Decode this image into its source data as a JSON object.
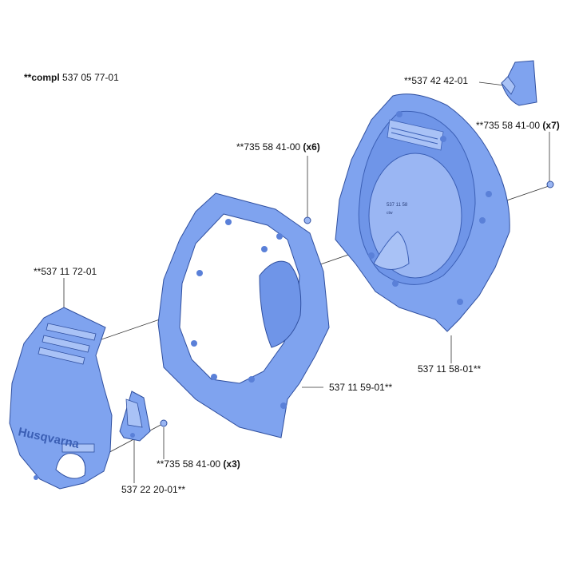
{
  "assembly_label": {
    "prefix": "**compl",
    "part": "537 05 77-01"
  },
  "parts": {
    "cap": {
      "text": "**537 42 42-01"
    },
    "screw_x7": {
      "text": "**735 58 41-00",
      "qty": "(x7)"
    },
    "screw_x6": {
      "text": "**735 58 41-00",
      "qty": "(x6)"
    },
    "front": {
      "text": "**537 11 72-01"
    },
    "rear": {
      "text": "537 11 58-01**"
    },
    "middle": {
      "text": "537 11 59-01**"
    },
    "screw_x3": {
      "text": "**735 58 41-00",
      "qty": "(x3)"
    },
    "small": {
      "text": "537 22 20-01**"
    }
  },
  "front_logo": "Husqvarna",
  "rear_stamp": {
    "line1": "537 11 58",
    "line2": "ctw"
  },
  "colors": {
    "part_fill": "#7fa3ef",
    "part_dark": "#5a80d8",
    "part_light": "#a9c2f6",
    "line": "#333333"
  }
}
